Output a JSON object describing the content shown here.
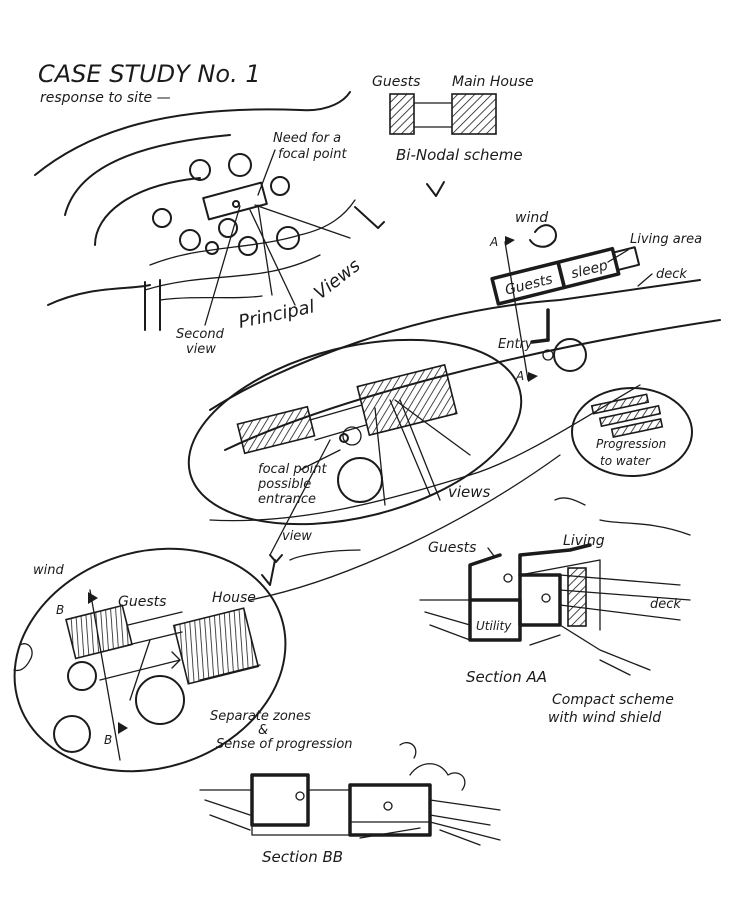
{
  "title": "CASE STUDY No. 1",
  "subtitle": "response to site —",
  "binodal": {
    "guests_label": "Guests",
    "main_house_label": "Main House",
    "caption": "Bi-Nodal scheme"
  },
  "site_plan": {
    "focal_note_1": "Need for a",
    "focal_note_2": "focal point",
    "principal_views": "Principal",
    "views_word": "Views",
    "second_view_1": "Second",
    "second_view_2": "view"
  },
  "plan_right": {
    "wind": "wind",
    "living_area": "Living area",
    "deck": "deck",
    "guests": "Guests",
    "sleep": "sleep",
    "entry": "Entry",
    "a_top": "A",
    "a_bottom": "A"
  },
  "oval_main": {
    "focal_1": "focal point",
    "focal_2": "possible",
    "focal_3": "entrance",
    "views": "views",
    "view": "view"
  },
  "progression": {
    "line1": "Progression",
    "line2": "to water"
  },
  "section_aa": {
    "guests": "Guests",
    "living": "Living",
    "utility": "Utility",
    "deck": "deck",
    "caption": "Section AA",
    "note_1": "Compact scheme",
    "note_2": "with wind shield"
  },
  "oval_left": {
    "wind": "wind",
    "guests": "Guests",
    "house": "House",
    "b_top": "B",
    "b_bottom": "B",
    "note_1": "Separate zones",
    "note_2": "&",
    "note_3": "Sense of progression"
  },
  "section_bb": {
    "caption": "Section BB"
  }
}
